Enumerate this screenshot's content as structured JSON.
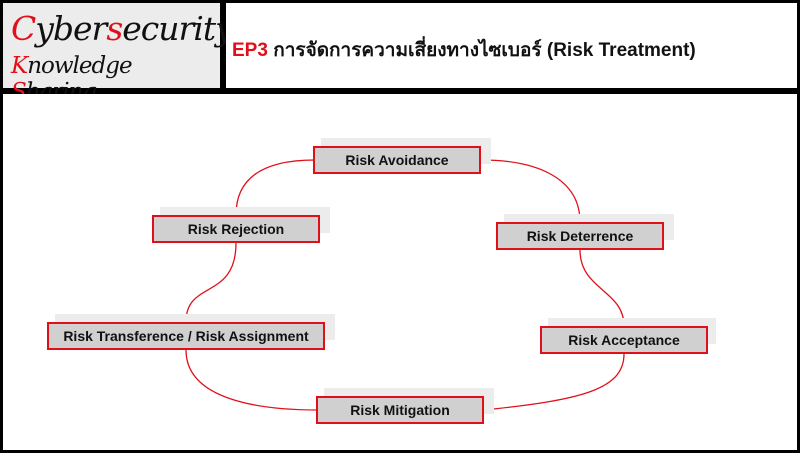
{
  "logo": {
    "line1_first": "C",
    "line1_a": "yber",
    "line1_red": "s",
    "line1_b": "ecurity",
    "line2_first": "K",
    "line2_a": "nowledge ",
    "line2_red": "S",
    "line2_b": "haring"
  },
  "header": {
    "episode": "EP3",
    "title": " การจัดการความเสี่ยงทางไซเบอร์ (Risk Treatment)"
  },
  "diagram": {
    "nodes": [
      "Risk Avoidance",
      "Risk Deterrence",
      "Risk Acceptance",
      "Risk Mitigation",
      "Risk Transference / Risk Assignment",
      "Risk Rejection"
    ],
    "accent": "#e0101a",
    "node_fill": "#d0d0d0"
  }
}
